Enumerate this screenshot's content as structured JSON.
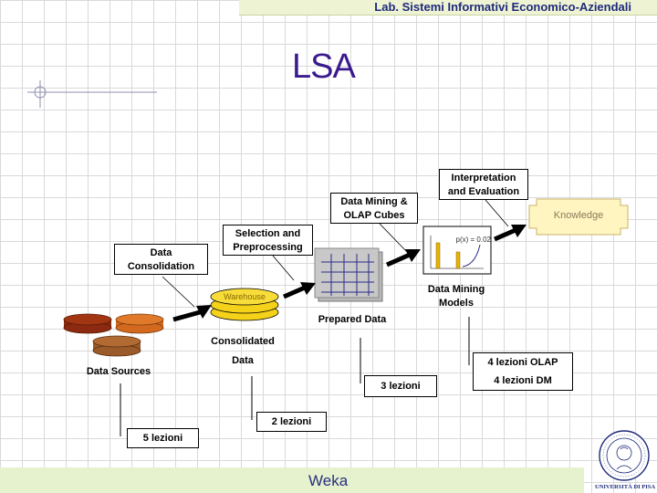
{
  "header": {
    "lab_name": "Lab. Sistemi Informativi Economico-Aziendali"
  },
  "title": "LSA",
  "footer": {
    "text": "Weka"
  },
  "diagram": {
    "data_sources": "Data Sources",
    "warehouse_label": "Warehouse",
    "consolidated_data": [
      "Consolidated",
      "Data"
    ],
    "prepared_data": "Prepared Data",
    "data_mining_models": [
      "Data Mining",
      "Models"
    ],
    "knowledge": "Knowledge",
    "formula": "p(x) = 0.02",
    "callouts": {
      "data_consolidation": [
        "Data",
        "Consolidation"
      ],
      "selection_preprocessing": [
        "Selection and",
        "Preprocessing"
      ],
      "data_mining_olap": [
        "Data Mining &",
        "OLAP Cubes"
      ],
      "interpretation_evaluation": [
        "Interpretation",
        "and Evaluation"
      ]
    },
    "lessons": {
      "sources": "5 lezioni",
      "consolidated": "2 lezioni",
      "prepared": "3 lezioni",
      "models": [
        "4 lezioni OLAP",
        "4 lezioni DM"
      ]
    }
  },
  "logo": {
    "caption": "UNIVERSITÀ DI PISA",
    "seal_text": "SIGILLUM UNIVERSITATIS PISANAE 1343"
  },
  "colors": {
    "title": "#3b1a8e",
    "header_text": "#1e2a7a",
    "cylinder_dark_red": "#8b2a10",
    "cylinder_orange": "#d2691e",
    "cylinder_brown": "#9b5a2a",
    "warehouse_yellow": "#f5d21a",
    "knowledge_fill": "#fff5c0"
  }
}
